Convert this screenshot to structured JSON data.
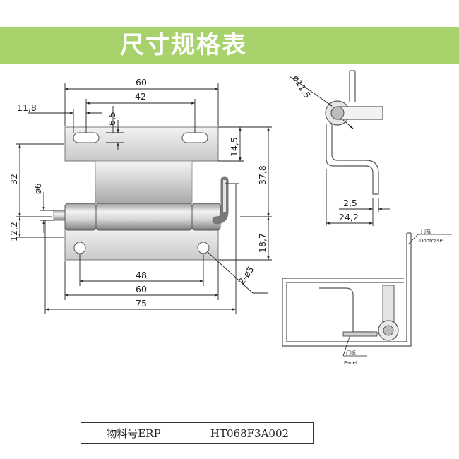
{
  "banner": {
    "title": "尺寸规格表"
  },
  "front_view": {
    "dims": {
      "width_60_top": "60",
      "width_42": "42",
      "offset_11_8": "11,8",
      "slot_6_5": "6,5",
      "height_14_5": "14,5",
      "height_32": "32",
      "height_37_8": "37,8",
      "pin_dia_6": "ø6",
      "height_12_2": "12,2",
      "height_18_7": "18,7",
      "width_48": "48",
      "width_60_bottom": "60",
      "width_75": "75",
      "holes_2_5": "2-ø5"
    }
  },
  "side_view": {
    "dims": {
      "dia_11_5": "ø11,5",
      "thickness_2_5": "2,5",
      "depth_24_2": "24,2"
    }
  },
  "install_view": {
    "doorcase_label_cn": "门框",
    "doorcase_label_en": "Doorcase",
    "panel_label_cn": "门板",
    "panel_label_en": "Panel"
  },
  "erp": {
    "label": "物料号ERP",
    "value": "HT068F3A002"
  }
}
